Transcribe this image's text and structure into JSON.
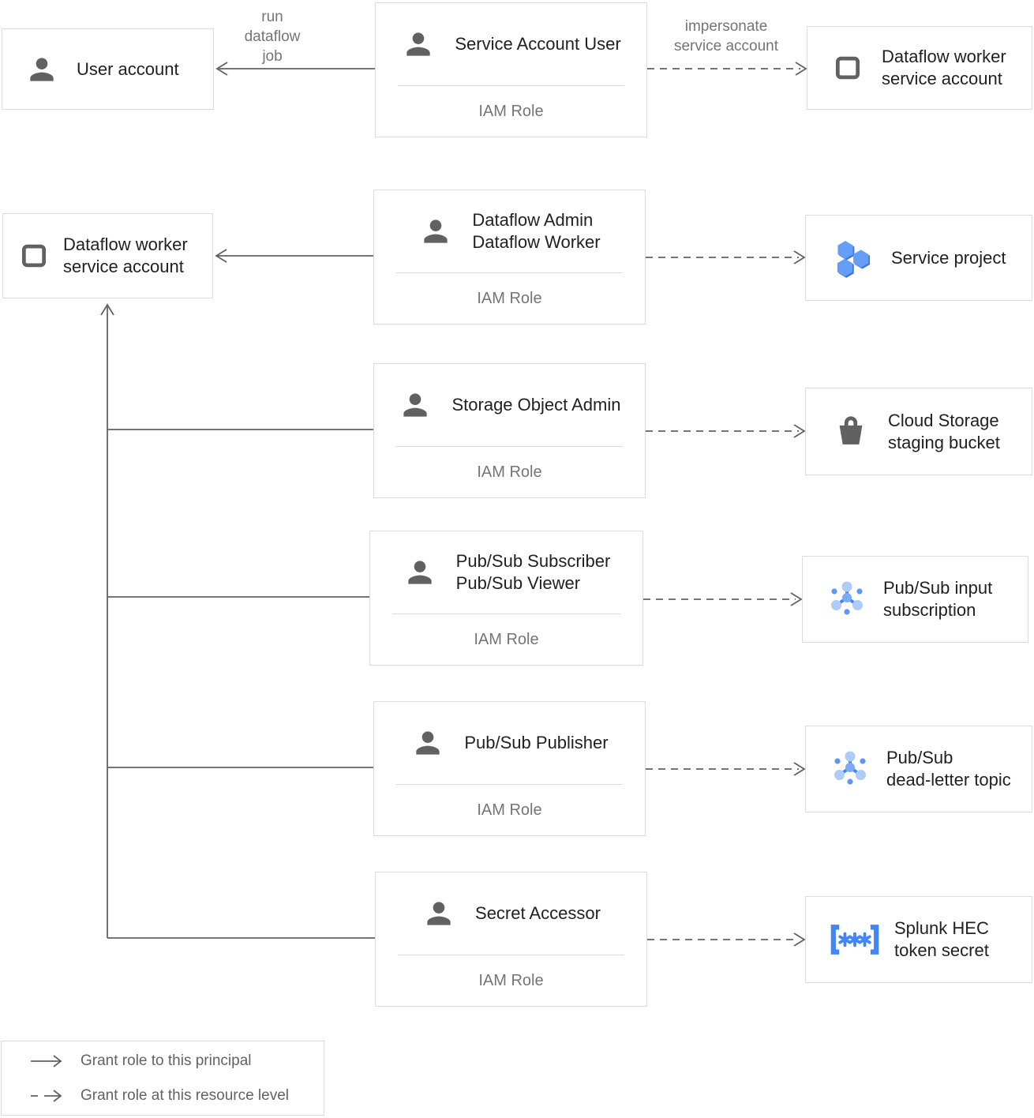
{
  "colors": {
    "border": "#dadce0",
    "text_primary": "#202124",
    "text_secondary": "#757575",
    "connector": "#5f6368",
    "icon_gray": "#616161",
    "blue_primary": "#4285f4",
    "blue_medium": "#669df6",
    "blue_light": "#aecbfa"
  },
  "icons": {
    "principal": "person-icon",
    "service_account": "service-account-icon",
    "project": "project-hexagons-icon",
    "bucket": "storage-bucket-icon",
    "pubsub": "pubsub-icon",
    "secret": "secret-brackets-icon"
  },
  "labels": {
    "run_dataflow_job": "run\ndataflow\njob",
    "impersonate": "impersonate\nservice account"
  },
  "principals": {
    "user_account": {
      "label": "User account"
    },
    "dataflow_worker_sa": {
      "label": "Dataflow worker\nservice account"
    }
  },
  "iam_boxes": {
    "service_account_user": {
      "title": "Service Account User",
      "role": "IAM Role"
    },
    "dataflow_admin_worker": {
      "title": "Dataflow Admin\nDataflow Worker",
      "role": "IAM Role"
    },
    "storage_object_admin": {
      "title": "Storage Object Admin",
      "role": "IAM Role"
    },
    "pubsub_subscriber_viewer": {
      "title": "Pub/Sub Subscriber\nPub/Sub Viewer",
      "role": "IAM Role"
    },
    "pubsub_publisher": {
      "title": "Pub/Sub Publisher",
      "role": "IAM Role"
    },
    "secret_accessor": {
      "title": "Secret Accessor",
      "role": "IAM Role"
    }
  },
  "resources": {
    "dataflow_worker_sa": "Dataflow worker\nservice account",
    "service_project": "Service project",
    "staging_bucket": "Cloud Storage\nstaging bucket",
    "input_subscription": "Pub/Sub input\nsubscription",
    "dead_letter_topic": "Pub/Sub\ndead-letter topic",
    "splunk_secret": "Splunk HEC\ntoken secret"
  },
  "legend": {
    "solid": "Grant role to this principal",
    "dashed": "Grant role at this resource level"
  }
}
